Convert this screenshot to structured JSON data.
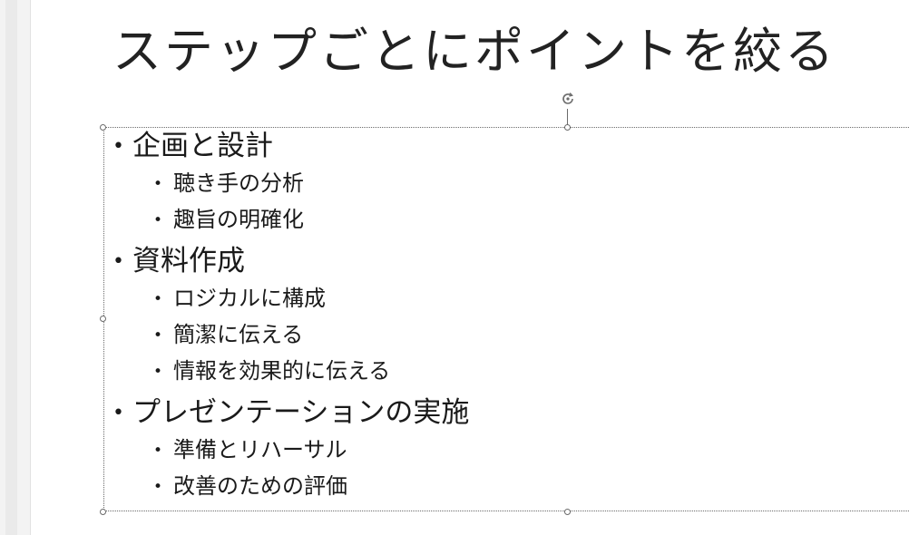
{
  "slide": {
    "title": "ステップごとにポイントを絞る",
    "bullet_glyph": "•",
    "sections": [
      {
        "heading": "企画と設計",
        "items": [
          "聴き手の分析",
          "趣旨の明確化"
        ]
      },
      {
        "heading": "資料作成",
        "items": [
          "ロジカルに構成",
          "簡潔に伝える",
          "情報を効果的に伝える"
        ]
      },
      {
        "heading": "プレゼンテーションの実施",
        "items": [
          "準備とリハーサル",
          "改善のための評価"
        ]
      }
    ]
  },
  "icons": {
    "rotate_handle": "rotate-icon",
    "resize_handles": "resize-handle"
  },
  "colors": {
    "text": "#1a1a1a",
    "selection_border": "#6b6b6b",
    "gutter": "#f3f3f3"
  }
}
